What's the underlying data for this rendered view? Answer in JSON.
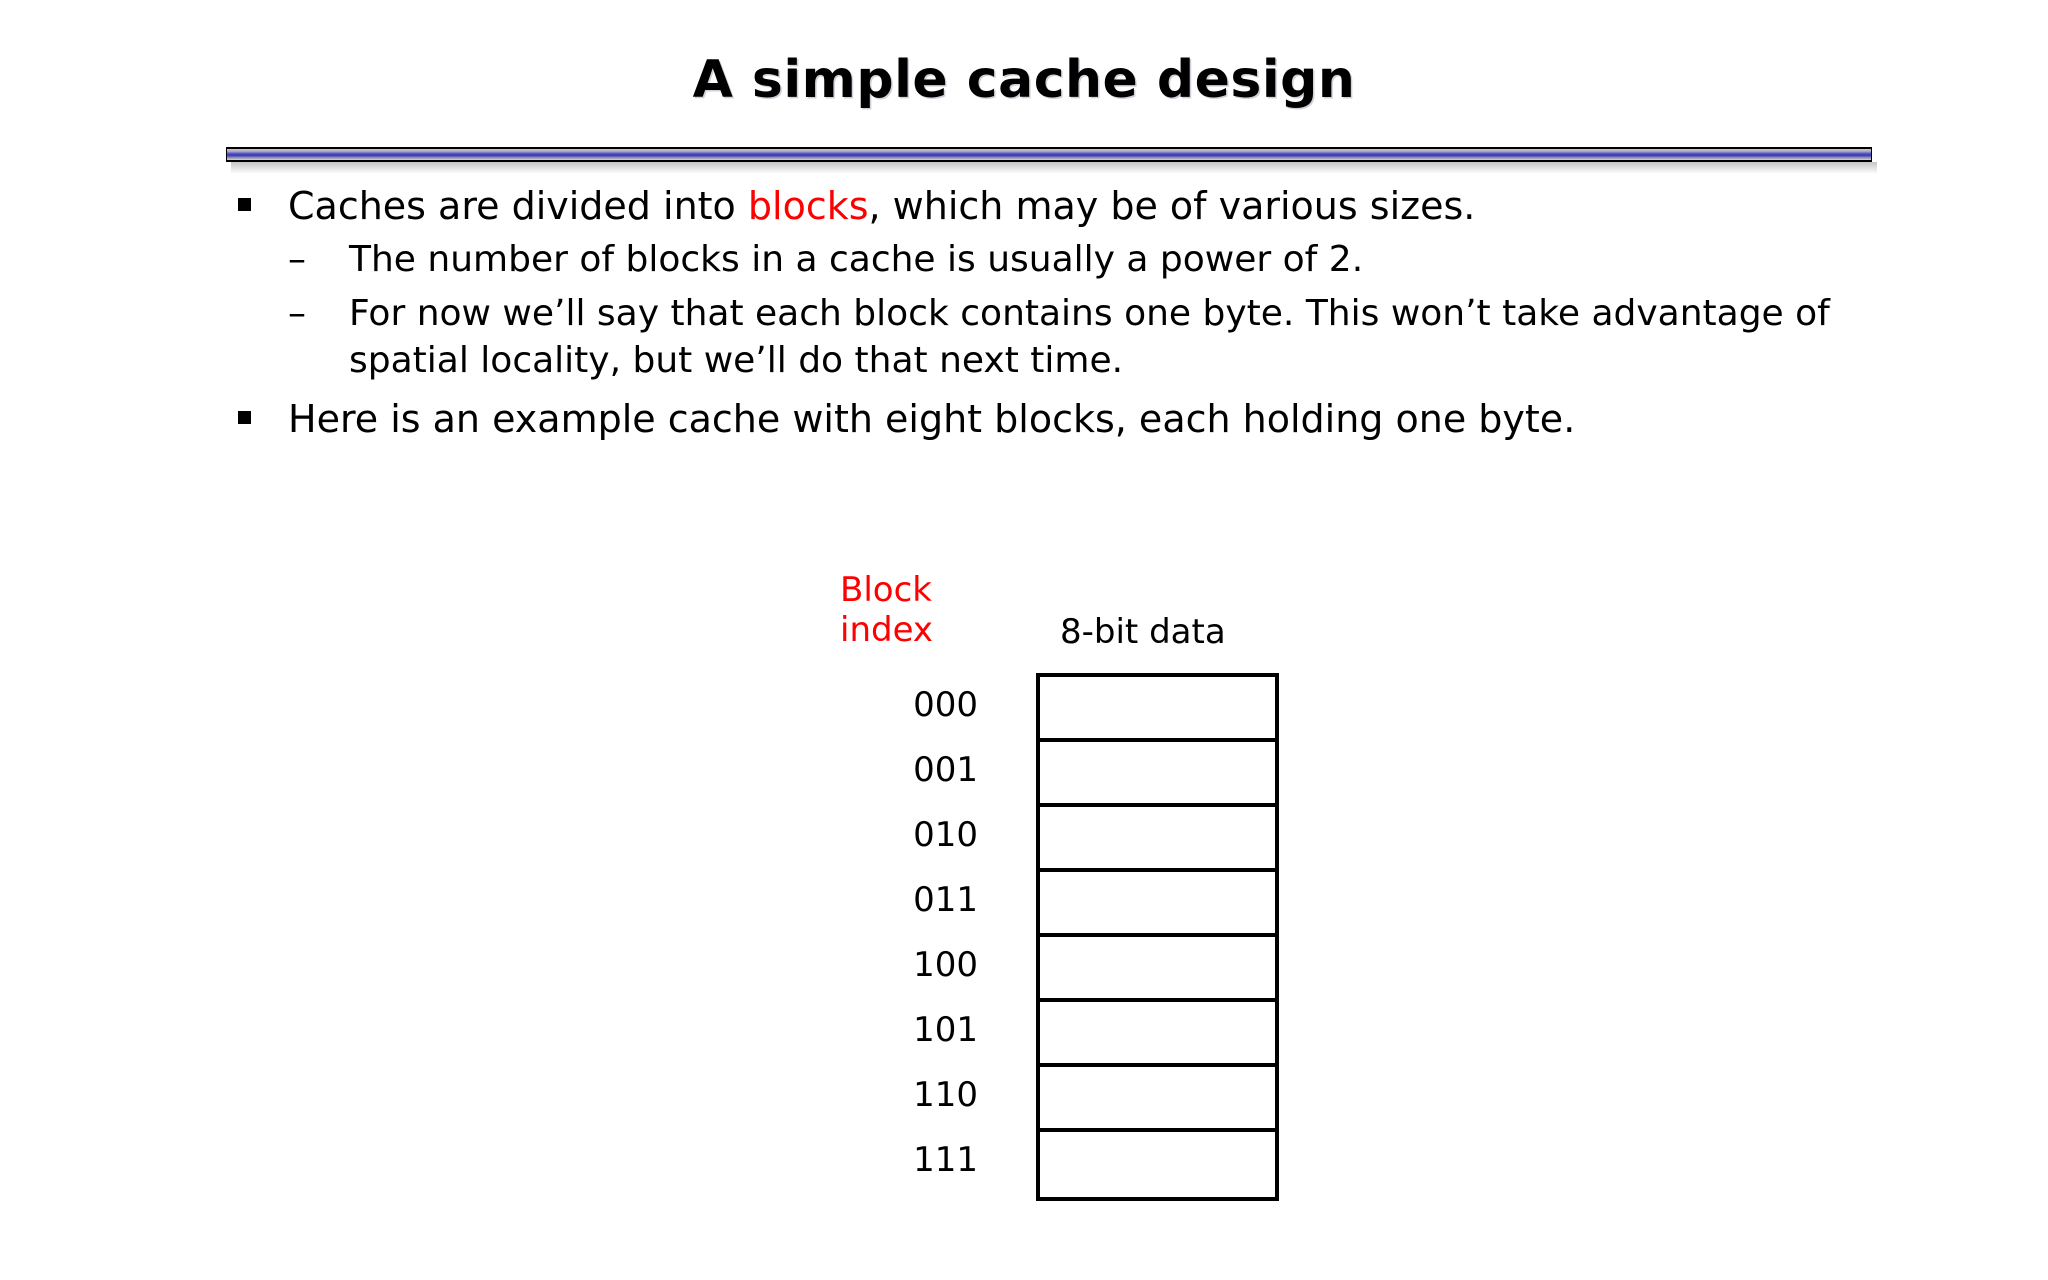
{
  "slide": {
    "title": "A simple cache design",
    "accent_color": "#4a46c8",
    "highlight_color": "#ff0000"
  },
  "bullets": [
    {
      "marker": "square",
      "text_parts": [
        {
          "text": "Caches are divided into ",
          "color": "#000000"
        },
        {
          "text": "blocks",
          "color": "#ff0000"
        },
        {
          "text": ", which may be of various sizes.",
          "color": "#000000"
        }
      ],
      "plain": "Caches are divided into blocks, which may be of various sizes.",
      "sub_bullets": [
        {
          "marker": "–",
          "text": "The number of blocks in a cache is usually a power of 2."
        },
        {
          "marker": "–",
          "text": "For now we’ll say that each block contains one byte. This won’t take advantage of spatial locality, but we’ll do that next time."
        }
      ]
    },
    {
      "marker": "square",
      "plain": "Here is an example cache with eight blocks, each holding one byte.",
      "sub_bullets": []
    }
  ],
  "diagram": {
    "index_header_line1": "Block",
    "index_header_line2": "index",
    "index_header_color": "#ff0000",
    "data_header": "8-bit data",
    "data_header_color": "#000000",
    "rows": [
      {
        "index": "000",
        "data": ""
      },
      {
        "index": "001",
        "data": ""
      },
      {
        "index": "010",
        "data": ""
      },
      {
        "index": "011",
        "data": ""
      },
      {
        "index": "100",
        "data": ""
      },
      {
        "index": "101",
        "data": ""
      },
      {
        "index": "110",
        "data": ""
      },
      {
        "index": "111",
        "data": ""
      }
    ]
  }
}
